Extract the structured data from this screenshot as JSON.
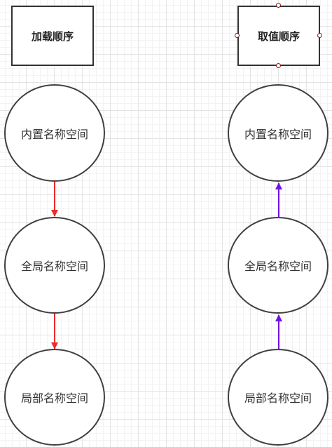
{
  "left_column": {
    "title": "加载顺序",
    "nodes": [
      "内置名称空间",
      "全局名称空间",
      "局部名称空间"
    ],
    "arrow_color": "#ee2b2b"
  },
  "right_column": {
    "title": "取值顺序",
    "nodes": [
      "内置名称空间",
      "全局名称空间",
      "局部名称空间"
    ],
    "arrow_color": "#7010e8"
  }
}
